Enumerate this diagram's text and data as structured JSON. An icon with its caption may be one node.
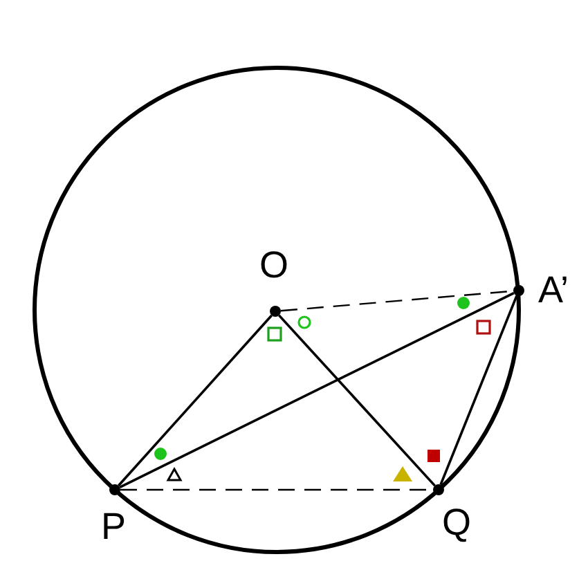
{
  "diagram": {
    "nodes": [
      {
        "text": [
          "O"
        ]
      },
      {
        "text": [
          "A’"
        ]
      },
      {
        "text": [
          "P"
        ]
      },
      {
        "text": [
          "Q"
        ]
      }
    ],
    "edges": [
      {
        "from": 2,
        "to": 0,
        "arrow": "none"
      },
      {
        "from": 0,
        "to": 3,
        "arrow": "none"
      },
      {
        "from": 0,
        "to": 1,
        "arrow": "none",
        "style": "dashed"
      },
      {
        "from": 2,
        "to": 1,
        "arrow": "none"
      },
      {
        "from": 3,
        "to": 1,
        "arrow": "none"
      },
      {
        "from": 2,
        "to": 3,
        "arrow": "none",
        "style": "dashed"
      }
    ]
  }
}
